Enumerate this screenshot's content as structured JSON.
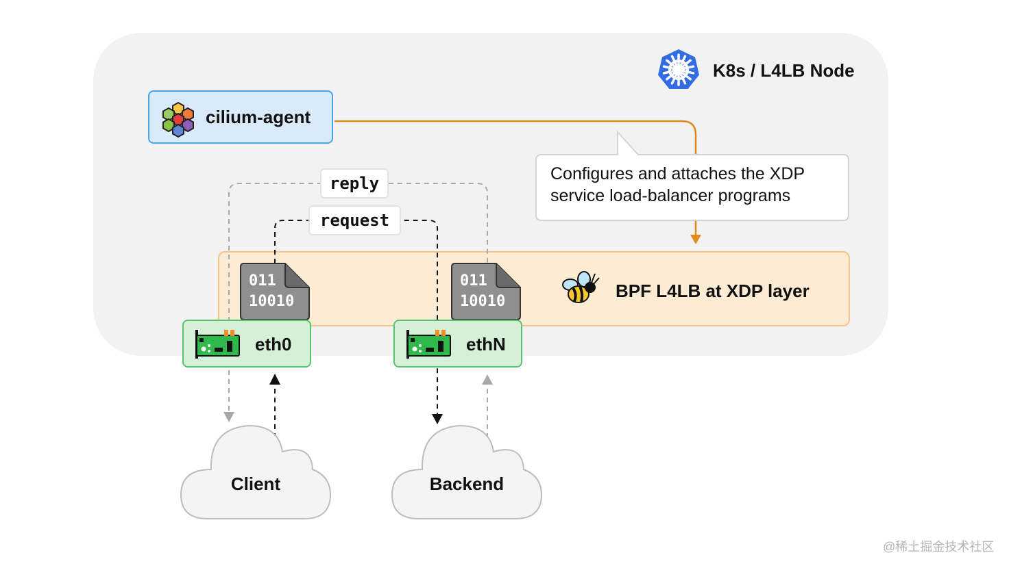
{
  "node": {
    "title": "K8s / L4LB Node"
  },
  "agent": {
    "label": "cilium-agent"
  },
  "callout": {
    "text": "Configures and attaches the XDP service load-balancer programs"
  },
  "bpf": {
    "label": "BPF L4LB at XDP layer"
  },
  "binary": {
    "line1": "011",
    "line2": "10010"
  },
  "interfaces": {
    "left": "eth0",
    "right": "ethN"
  },
  "flows": {
    "reply": "reply",
    "request": "request"
  },
  "clouds": {
    "client": "Client",
    "backend": "Backend"
  },
  "watermark": "@稀土掘金技术社区",
  "colors": {
    "node_bg": "#f2f2f2",
    "agent_bg": "#d9ebfb",
    "agent_border": "#4ba3e6",
    "bpf_bg": "#fdebd3",
    "bpf_border": "#f4c48b",
    "nic_bg": "#d6f0d8",
    "nic_border": "#56c46a",
    "orange_line": "#e08a1e",
    "k8s_blue": "#326ce5"
  }
}
